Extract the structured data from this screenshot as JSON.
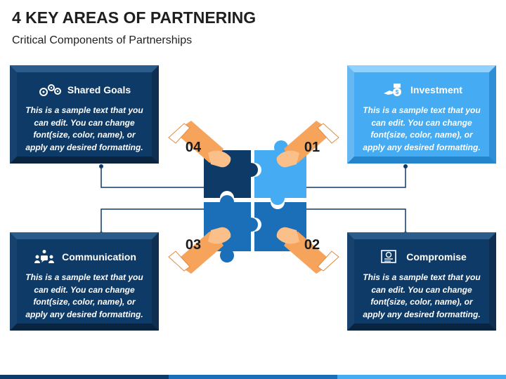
{
  "header": {
    "title": "4 KEY AREAS OF PARTNERING",
    "subtitle": "Critical Components of Partnerships"
  },
  "sample_text": "This is a sample text that you can edit. You can change font(size, color, name), or apply any desired formatting.",
  "cards": {
    "shared_goals": {
      "title": "Shared Goals",
      "icon": "gears-icon",
      "number": "04"
    },
    "investment": {
      "title": "Investment",
      "icon": "money-hand-icon",
      "number": "01"
    },
    "communication": {
      "title": "Communication",
      "icon": "people-chat-icon",
      "number": "03"
    },
    "compromise": {
      "title": "Compromise",
      "icon": "certificate-icon",
      "number": "02"
    }
  },
  "colors": {
    "dark_blue": "#0d3a66",
    "light_blue": "#45abf2",
    "hand": "#f6a35c",
    "hand_light": "#fbc08a",
    "puzzle_light": "#45abf2",
    "puzzle_mid": "#1a6fb8",
    "puzzle_dark": "#0d3a66",
    "connector": "#0d3a66"
  }
}
